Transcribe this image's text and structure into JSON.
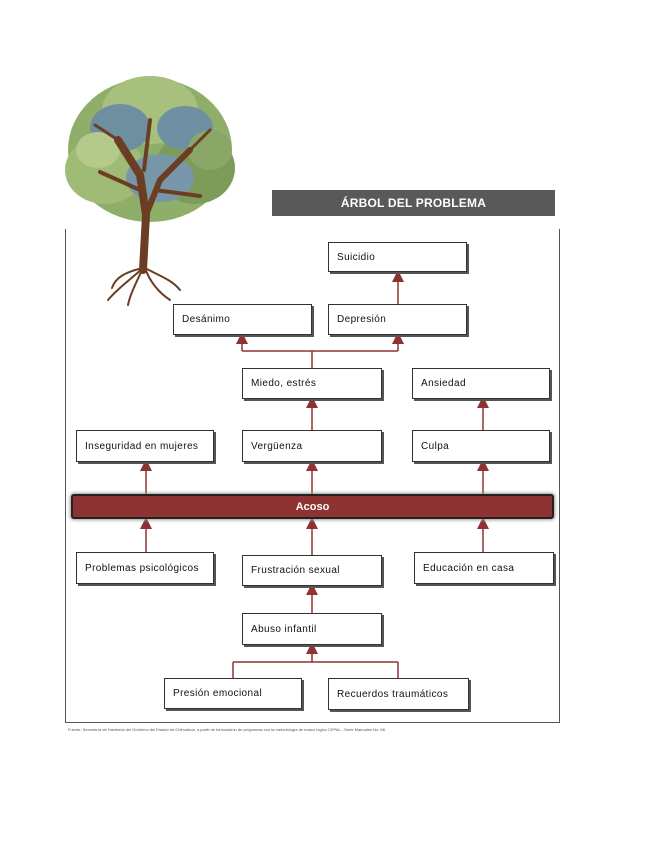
{
  "title": "ÁRBOL DEL PROBLEMA",
  "nodes": {
    "suicidio": "Suicidio",
    "desanimo": "Desánimo",
    "depresion": "Depresión",
    "miedo": "Miedo, estrés",
    "ansiedad": "Ansiedad",
    "inseguridad": "Inseguridad en mujeres",
    "verguenza": "Vergüenza",
    "culpa": "Culpa",
    "acoso": "Acoso",
    "problemas": "Problemas psicológicos",
    "frustracion": "Frustración sexual",
    "educacion": "Educación en casa",
    "abuso": "Abuso infantil",
    "presion": "Presión emocional",
    "recuerdos": "Recuerdos traumáticos"
  },
  "source": "Fuente: Secretaría de Hacienda del Gobierno del Estado de Chihuahua, a partir de formulación de programas con la metodología de marco lógico CEPAL - Serie Manuales No. 68",
  "colors": {
    "arrow": "#8f3232",
    "core": "#8f3232",
    "title_bg": "#595959"
  }
}
